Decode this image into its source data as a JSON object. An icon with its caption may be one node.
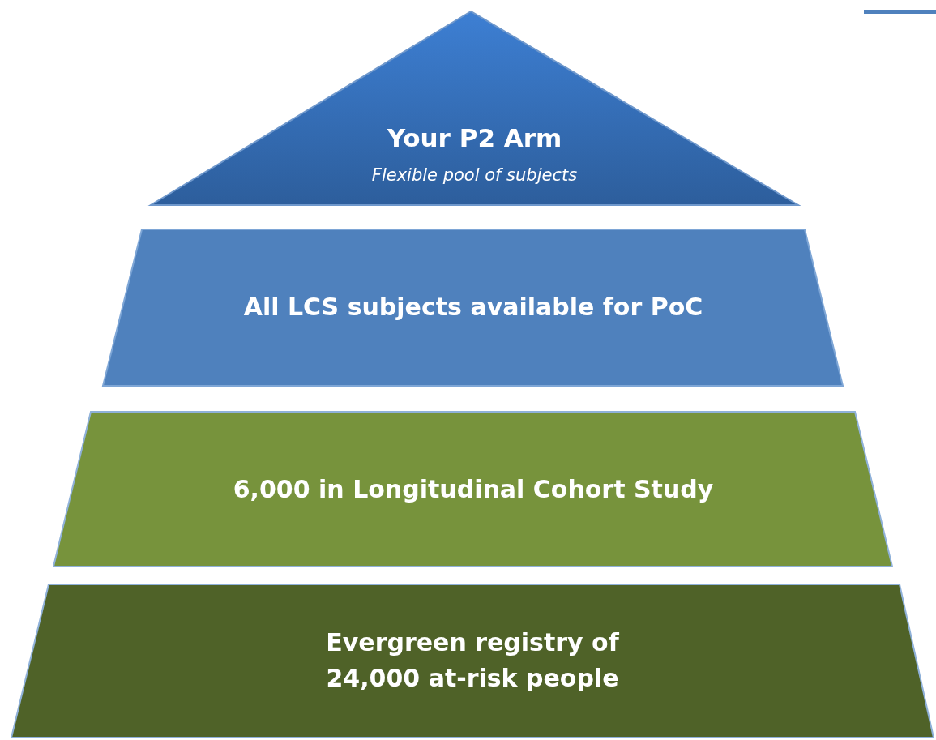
{
  "diagram": {
    "nodes": [
      {
        "text": [
          "Your P2 Arm",
          "Flexible pool of subjects"
        ]
      },
      {
        "text": [
          "All LCS subjects available for PoC"
        ]
      },
      {
        "text": [
          "6,000 in Longitudinal Cohort Study"
        ]
      },
      {
        "text": [
          "Evergreen registry of 24,000 at-risk people"
        ]
      }
    ]
  }
}
